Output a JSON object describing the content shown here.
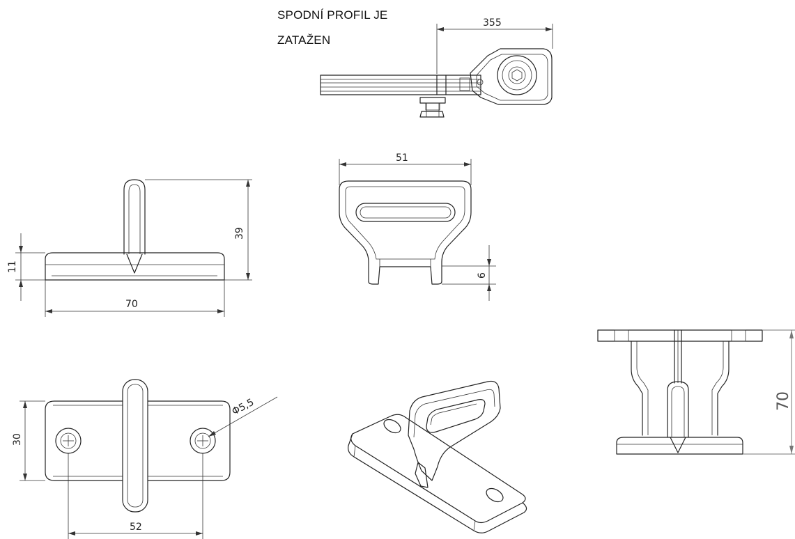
{
  "note": {
    "line1": "SPODNÍ PROFIL JE",
    "line2": "ZATAŽEN"
  },
  "dimensions": {
    "d355": "355",
    "d51": "51",
    "d39": "39",
    "d11": "11",
    "d70_front": "70",
    "d6": "6",
    "d30": "30",
    "d52": "52",
    "dhole": "Φ5,5",
    "d70_side": "70"
  }
}
